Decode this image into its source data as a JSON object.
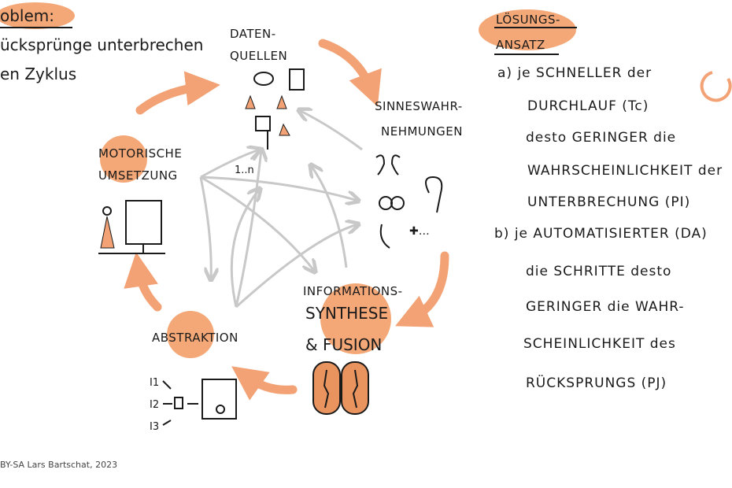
{
  "problem": {
    "heading": "oblem:",
    "line1": "ücksprünge unterbrechen",
    "line2": "en Zyklus"
  },
  "cycle": {
    "data_sources": [
      "DATEN-",
      "QUELLEN"
    ],
    "perception": [
      "SINNESWAHR-",
      "NEHMUNGEN"
    ],
    "synthesis": [
      "INFORMATIONS-",
      "SYNTHESE",
      "& FUSION"
    ],
    "abstraction": "ABSTRAKTION",
    "motor": [
      "MOTORISCHE",
      "UMSETZUNG"
    ],
    "multiplicity": "1..n",
    "inputs": [
      "I1",
      "I2",
      "I3"
    ]
  },
  "solution": {
    "heading": [
      "LÖSUNGS-",
      "ANSATZ"
    ],
    "lines": [
      "a) je SCHNELLER der",
      "DURCHLAUF (Tc)",
      "desto GERINGER die",
      "WAHRSCHEINLICHKEIT der",
      "UNTERBRECHUNG (PI)",
      "b) je AUTOMATISIERTER (DA)",
      "die SCHRITTE desto",
      "GERINGER die WAHR-",
      "SCHEINLICHKEIT des",
      "RÜCKSPRUNGS (PJ)"
    ]
  },
  "footer": "BY-SA Lars Bartschat, 2023",
  "colors": {
    "accent": "#f4a877",
    "ink": "#1a1a1a",
    "gray_arrow": "#c8c8c8"
  }
}
